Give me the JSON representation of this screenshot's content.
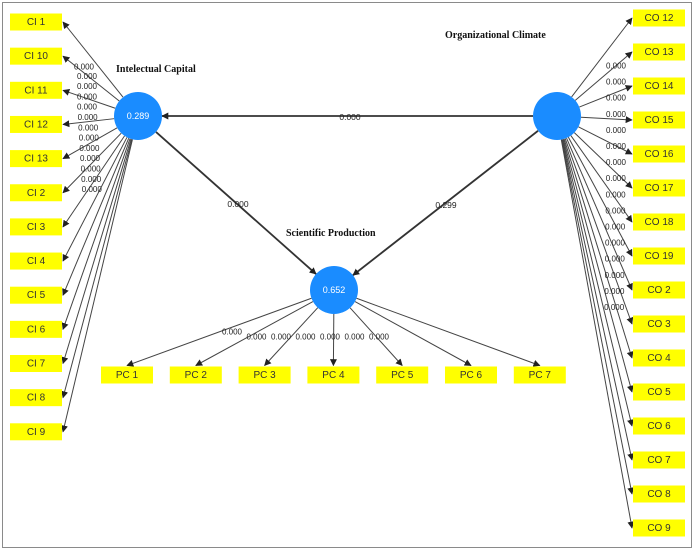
{
  "constructs": {
    "ic": {
      "label": "Intelectual Capital",
      "value": "0.289"
    },
    "oc": {
      "label": "Organizational Climate",
      "value": ""
    },
    "sp": {
      "label": "Scientific Production",
      "value": "0.652"
    }
  },
  "paths": [
    {
      "from": "oc",
      "to": "ic",
      "value": "0.000"
    },
    {
      "from": "ic",
      "to": "sp",
      "value": "0.000"
    },
    {
      "from": "oc",
      "to": "sp",
      "value": "0.299"
    }
  ],
  "indicators": {
    "ic": [
      {
        "label": "CI 1",
        "loading": "0.000"
      },
      {
        "label": "CI 10",
        "loading": "0.000"
      },
      {
        "label": "CI 11",
        "loading": "0.000"
      },
      {
        "label": "CI 12",
        "loading": "0.000"
      },
      {
        "label": "CI 13",
        "loading": "0.000"
      },
      {
        "label": "CI 2",
        "loading": "0.000"
      },
      {
        "label": "CI 3",
        "loading": "0.000"
      },
      {
        "label": "CI 4",
        "loading": "0.000"
      },
      {
        "label": "CI 5",
        "loading": "0.000"
      },
      {
        "label": "CI 6",
        "loading": "0.000"
      },
      {
        "label": "CI 7",
        "loading": "0.000"
      },
      {
        "label": "CI 8",
        "loading": "0.000"
      },
      {
        "label": "CI 9",
        "loading": "0.000"
      }
    ],
    "oc": [
      {
        "label": "CO 12",
        "loading": "0.000"
      },
      {
        "label": "CO 13",
        "loading": "0.000"
      },
      {
        "label": "CO 14",
        "loading": "0.000"
      },
      {
        "label": "CO 15",
        "loading": "0.000"
      },
      {
        "label": "CO 16",
        "loading": "0.000"
      },
      {
        "label": "CO 17",
        "loading": "0.000"
      },
      {
        "label": "CO 18",
        "loading": "0.000"
      },
      {
        "label": "CO 19",
        "loading": "0.000"
      },
      {
        "label": "CO 2",
        "loading": "0.000"
      },
      {
        "label": "CO 3",
        "loading": "0.000"
      },
      {
        "label": "CO 4",
        "loading": "0.000"
      },
      {
        "label": "CO 5",
        "loading": "0.000"
      },
      {
        "label": "CO 6",
        "loading": "0.000"
      },
      {
        "label": "CO 7",
        "loading": "0.000"
      },
      {
        "label": "CO 8",
        "loading": "0.000"
      },
      {
        "label": "CO 9",
        "loading": "0.000"
      }
    ],
    "sp": [
      {
        "label": "PC 1",
        "loading": "0.000"
      },
      {
        "label": "PC 2",
        "loading": "0.000"
      },
      {
        "label": "PC 3",
        "loading": "0.000"
      },
      {
        "label": "PC 4",
        "loading": "0.000"
      },
      {
        "label": "PC 5",
        "loading": "0.000"
      },
      {
        "label": "PC 6",
        "loading": "0.000"
      },
      {
        "label": "PC 7",
        "loading": "0.000"
      }
    ]
  },
  "colors": {
    "construct_fill": "#1a8cff",
    "indicator_fill": "#ffff00",
    "line": "#444444"
  }
}
